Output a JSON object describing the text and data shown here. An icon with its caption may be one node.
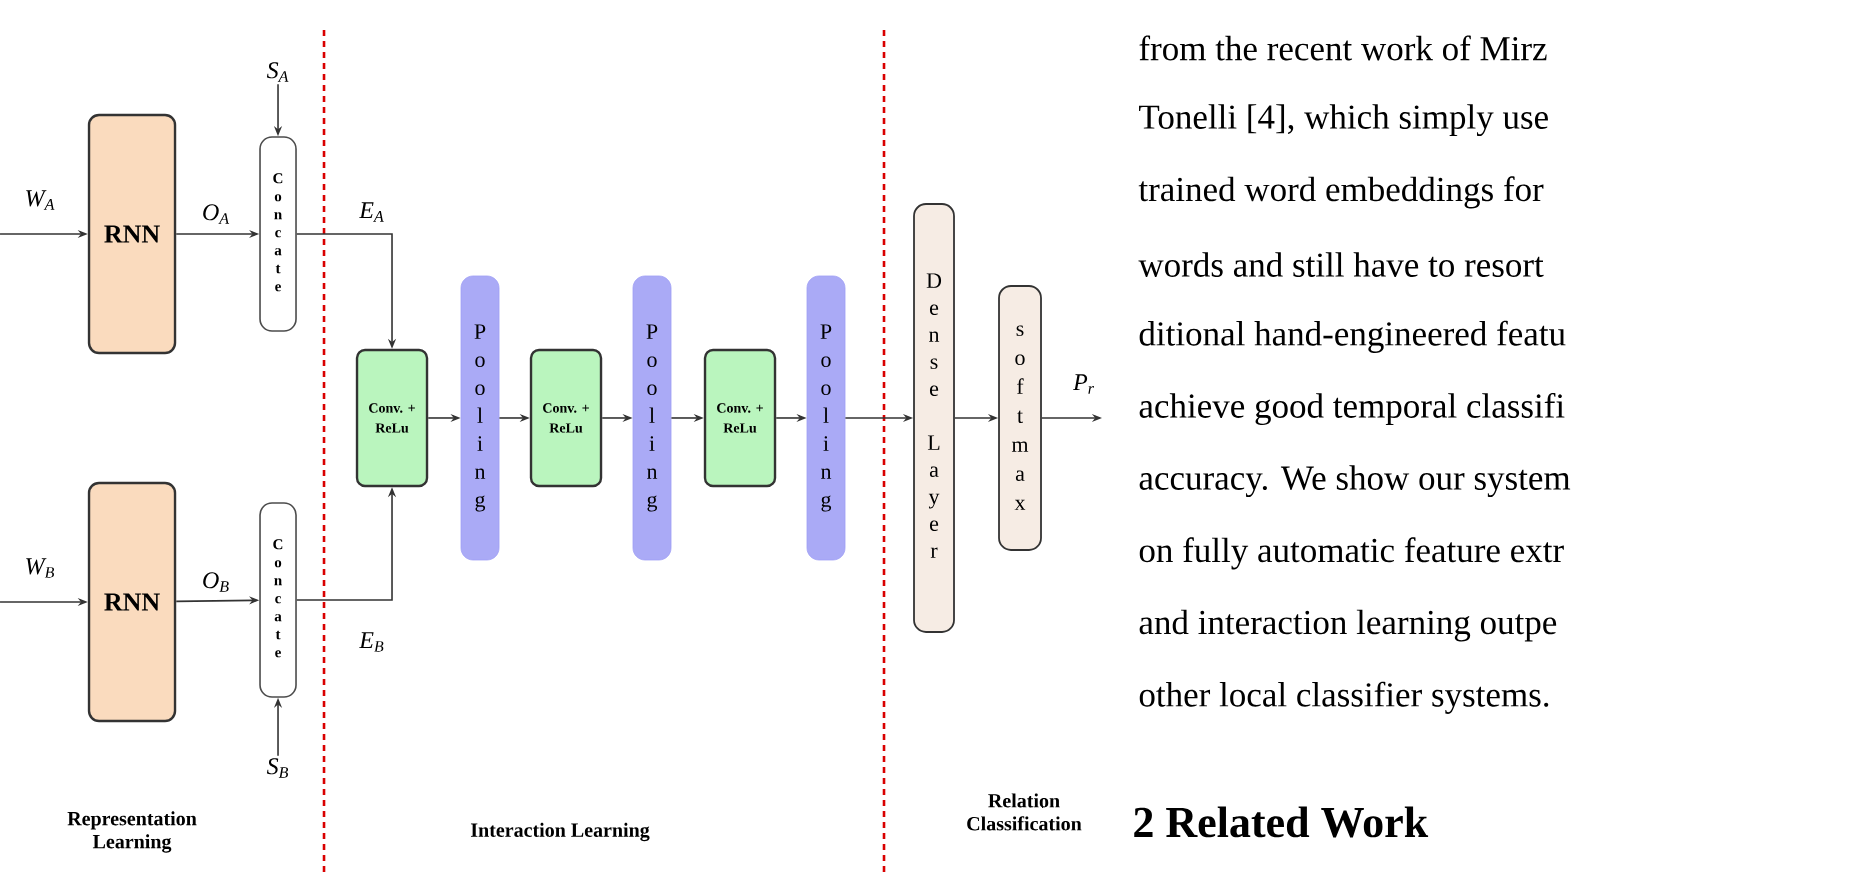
{
  "diagram": {
    "nodes": [
      {
        "text": [
          "RNN"
        ]
      },
      {
        "text": [
          "RNN"
        ]
      },
      {
        "text": [
          "Concate"
        ]
      },
      {
        "text": [
          "Concate"
        ]
      },
      {
        "text": [
          "Conv. + ReLu"
        ]
      },
      {
        "text": [
          "Pooling"
        ]
      },
      {
        "text": [
          "Conv. + ReLu"
        ]
      },
      {
        "text": [
          "Pooling"
        ]
      },
      {
        "text": [
          "Conv. + ReLu"
        ]
      },
      {
        "text": [
          "Pooling"
        ]
      },
      {
        "text": [
          "Dense Layer"
        ]
      },
      {
        "text": [
          "softmax"
        ]
      },
      {
        "text": [
          "S$_{A}$"
        ]
      },
      {
        "text": [
          "S$_{B}$"
        ]
      }
    ],
    "edges": [
      {
        "from": null,
        "to": 0,
        "arrow": "to",
        "label": "W$_{A}$"
      },
      {
        "from": null,
        "to": 1,
        "arrow": "to",
        "label": "W$_{B}$"
      },
      {
        "from": 0,
        "to": 2,
        "arrow": "to",
        "label": "O$_{A}$"
      },
      {
        "from": 1,
        "to": 3,
        "arrow": "to",
        "label": "O$_{B}$"
      },
      {
        "from": 12,
        "to": 2,
        "arrow": "to"
      },
      {
        "from": 13,
        "to": 3,
        "arrow": "to"
      },
      {
        "from": 2,
        "to": 4,
        "arrow": "to",
        "label": "E$_{A}$"
      },
      {
        "from": 3,
        "to": 4,
        "arrow": "to",
        "label": "E$_{B}$"
      },
      {
        "from": 4,
        "to": 5,
        "arrow": "to"
      },
      {
        "from": 5,
        "to": 6,
        "arrow": "to"
      },
      {
        "from": 6,
        "to": 7,
        "arrow": "to"
      },
      {
        "from": 7,
        "to": 8,
        "arrow": "to"
      },
      {
        "from": 8,
        "to": 9,
        "arrow": "to"
      },
      {
        "from": 9,
        "to": 10,
        "arrow": "to"
      },
      {
        "from": 10,
        "to": 11,
        "arrow": "to"
      },
      {
        "from": 11,
        "to": null,
        "arrow": "to",
        "label": "P$_{r}$"
      }
    ],
    "labels": [
      "Representation Learning",
      "Interaction Learning",
      "Relation Classification",
      "from the recent work of Mirz",
      "Tonelli [4], which simply use",
      "trained word embeddings for",
      "words and still have to resort",
      "ditional hand-engineered featu",
      "achieve good temporal classifi",
      "accuracy. We show our system",
      "on fully automatic feature extr",
      "and interaction learning outpe",
      "other local classifier systems.",
      "2 Related Work"
    ]
  }
}
